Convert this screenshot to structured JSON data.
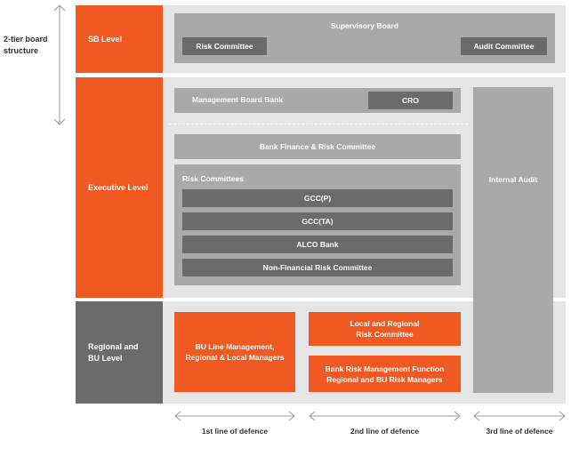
{
  "side_note": {
    "line1": "2-tier board",
    "line2": "structure"
  },
  "levels": {
    "sb": "SB Level",
    "executive": "Executive Level",
    "regional_line1": "Regional and",
    "regional_line2": "BU Level"
  },
  "supervisory_board": {
    "title": "Supervisory Board",
    "risk_committee": "Risk Committee",
    "audit_committee": "Audit Committee"
  },
  "executive": {
    "management_board": "Management Board Bank",
    "cro": "CRO",
    "bank_finance_risk": "Bank Finance & Risk Committee",
    "risk_committees_title": "Risk Committees",
    "risk_committees": [
      "GCC(P)",
      "GCC(TA)",
      "ALCO Bank",
      "Non-Financial Risk Committee"
    ]
  },
  "internal_audit": "Internal Audit",
  "regional": {
    "bu_line_1": "BU Line Management,",
    "bu_line_2": "Regional & Local Managers",
    "local_regional_1": "Local and Regional",
    "local_regional_2": "Risk Committee",
    "bank_rm_1": "Bank Risk Management Function",
    "bank_rm_2": "Regional and BU Risk Managers"
  },
  "defence": {
    "first": "1st line of defence",
    "second": "2nd line of defence",
    "third": "3rd line of defence"
  },
  "colors": {
    "orange": "#f05a22",
    "dark_gray": "#6b6b6b",
    "mid_gray": "#a9a9a9",
    "light_gray": "#e5e5e5"
  }
}
